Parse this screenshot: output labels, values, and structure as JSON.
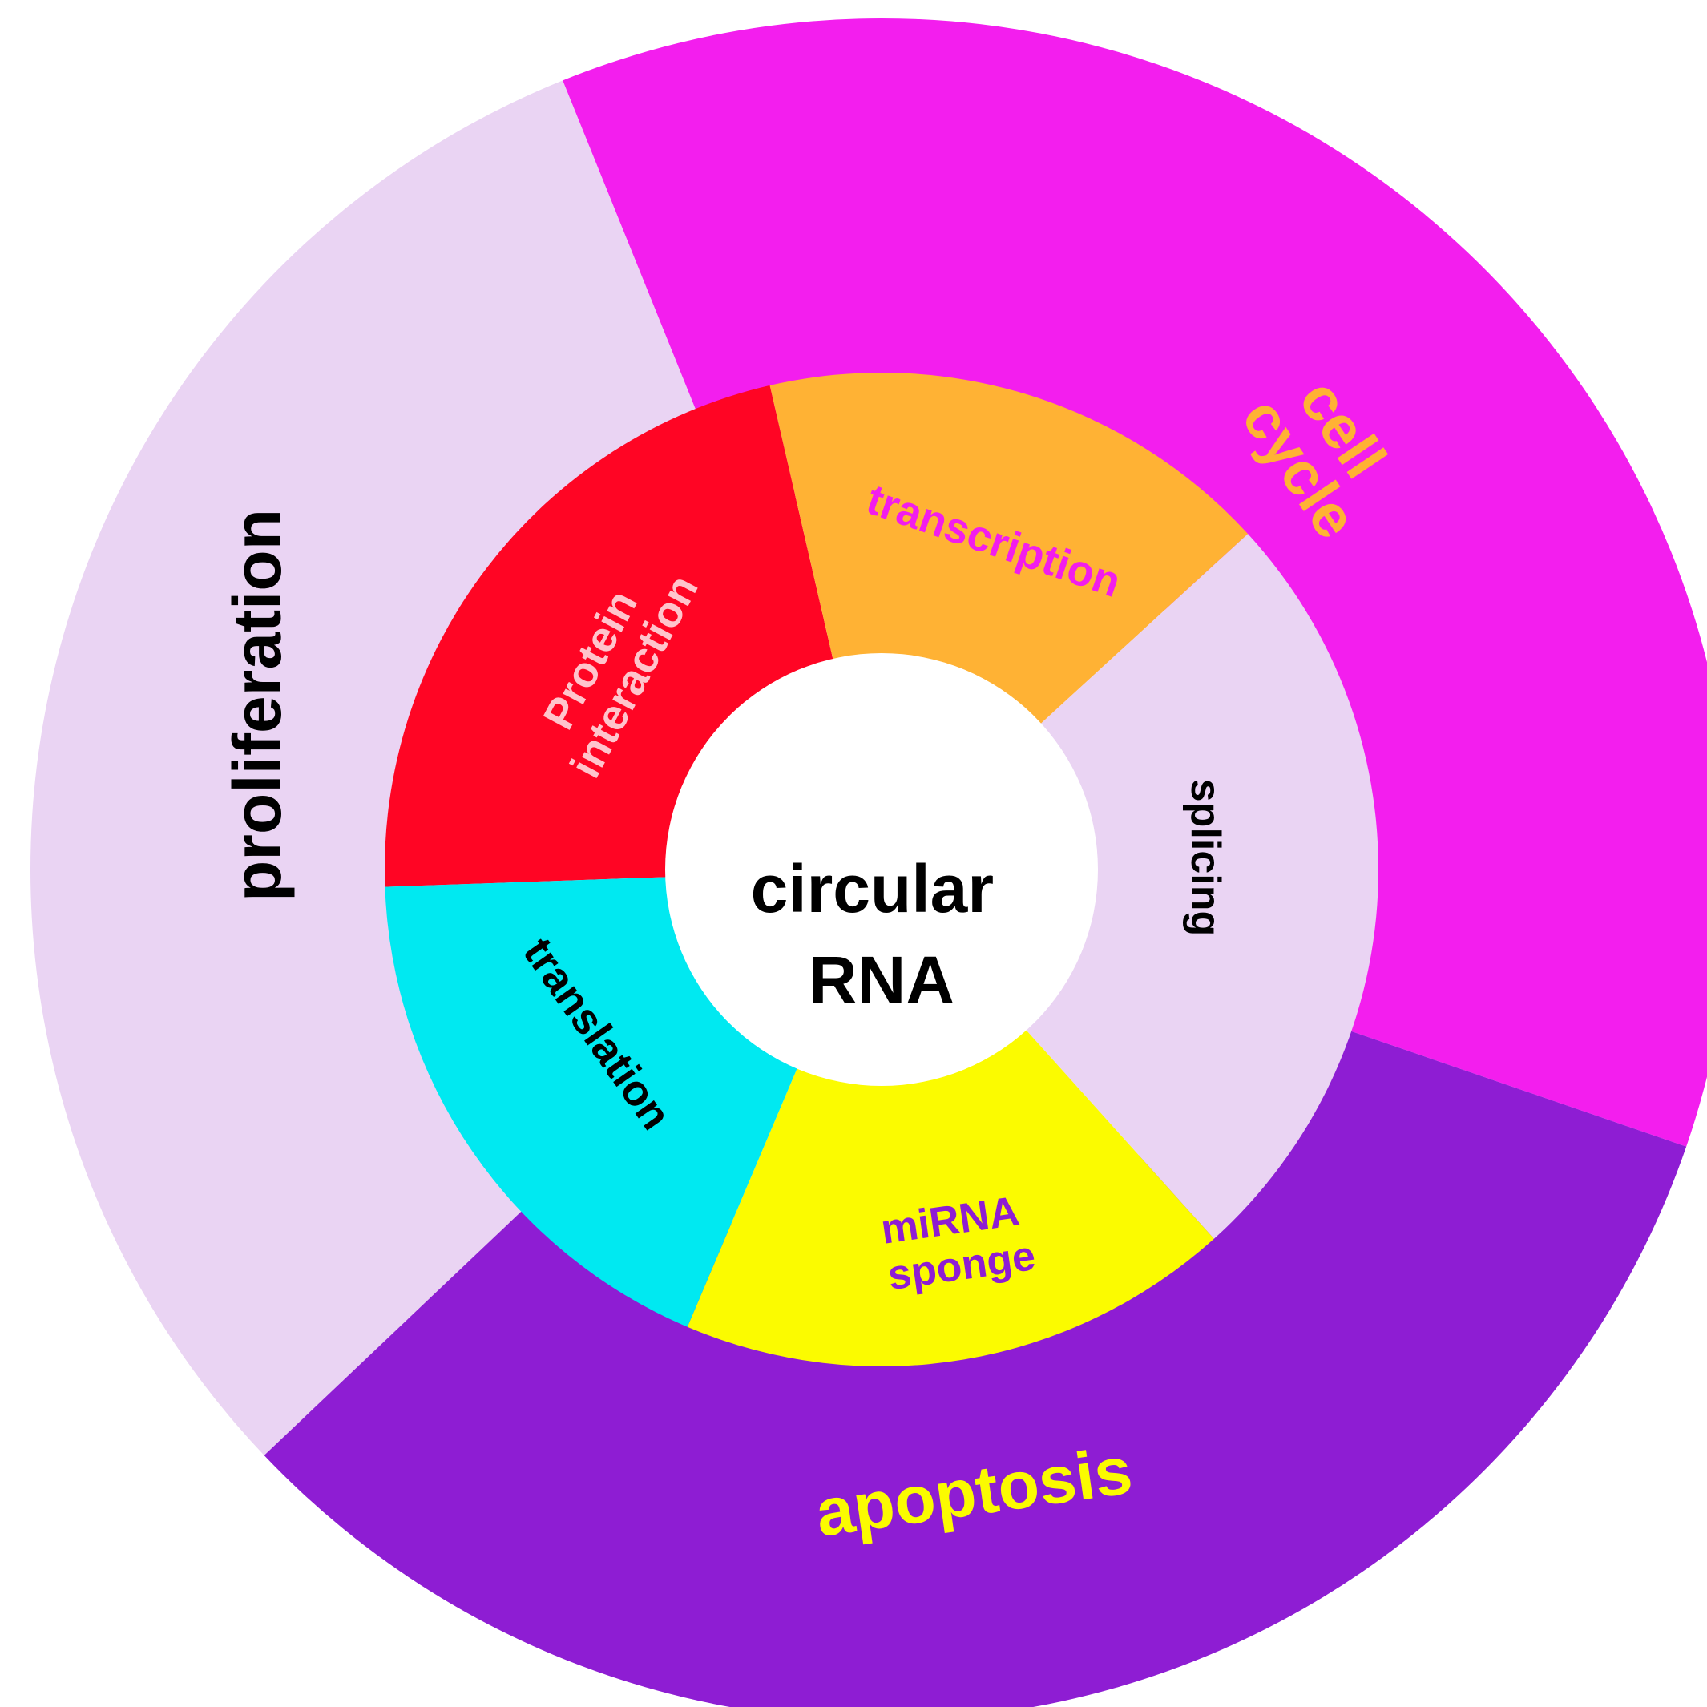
{
  "center": {
    "line1": "circular",
    "line2": "RNA",
    "fill": "#FFFFFF",
    "text_color": "#000000"
  },
  "inner_ring": [
    {
      "id": "protein-interaction",
      "lines": [
        "Protein",
        "interaction"
      ],
      "fill": "#FF0524",
      "text_color": "#FFC4CC"
    },
    {
      "id": "transcription",
      "lines": [
        "transcription"
      ],
      "fill": "#FFB234",
      "text_color": "#F21DED"
    },
    {
      "id": "splicing",
      "lines": [
        "splicing"
      ],
      "fill": "#EAD4F3",
      "text_color": "#000000"
    },
    {
      "id": "mirna-sponge",
      "lines": [
        "miRNA",
        "sponge"
      ],
      "fill": "#FBFB00",
      "text_color": "#8E1DD3"
    },
    {
      "id": "translation",
      "lines": [
        "translation"
      ],
      "fill": "#00E9F1",
      "text_color": "#000000"
    }
  ],
  "outer_ring": [
    {
      "id": "proliferation",
      "lines": [
        "proliferation"
      ],
      "fill": "#EAD4F3",
      "text_color": "#000000"
    },
    {
      "id": "cell-cycle",
      "lines": [
        "cell",
        "cycle"
      ],
      "fill": "#F31EEE",
      "text_color": "#FFB234"
    },
    {
      "id": "apoptosis",
      "lines": [
        "apoptosis"
      ],
      "fill": "#8E1DD3",
      "text_color": "#FBFB00"
    }
  ]
}
